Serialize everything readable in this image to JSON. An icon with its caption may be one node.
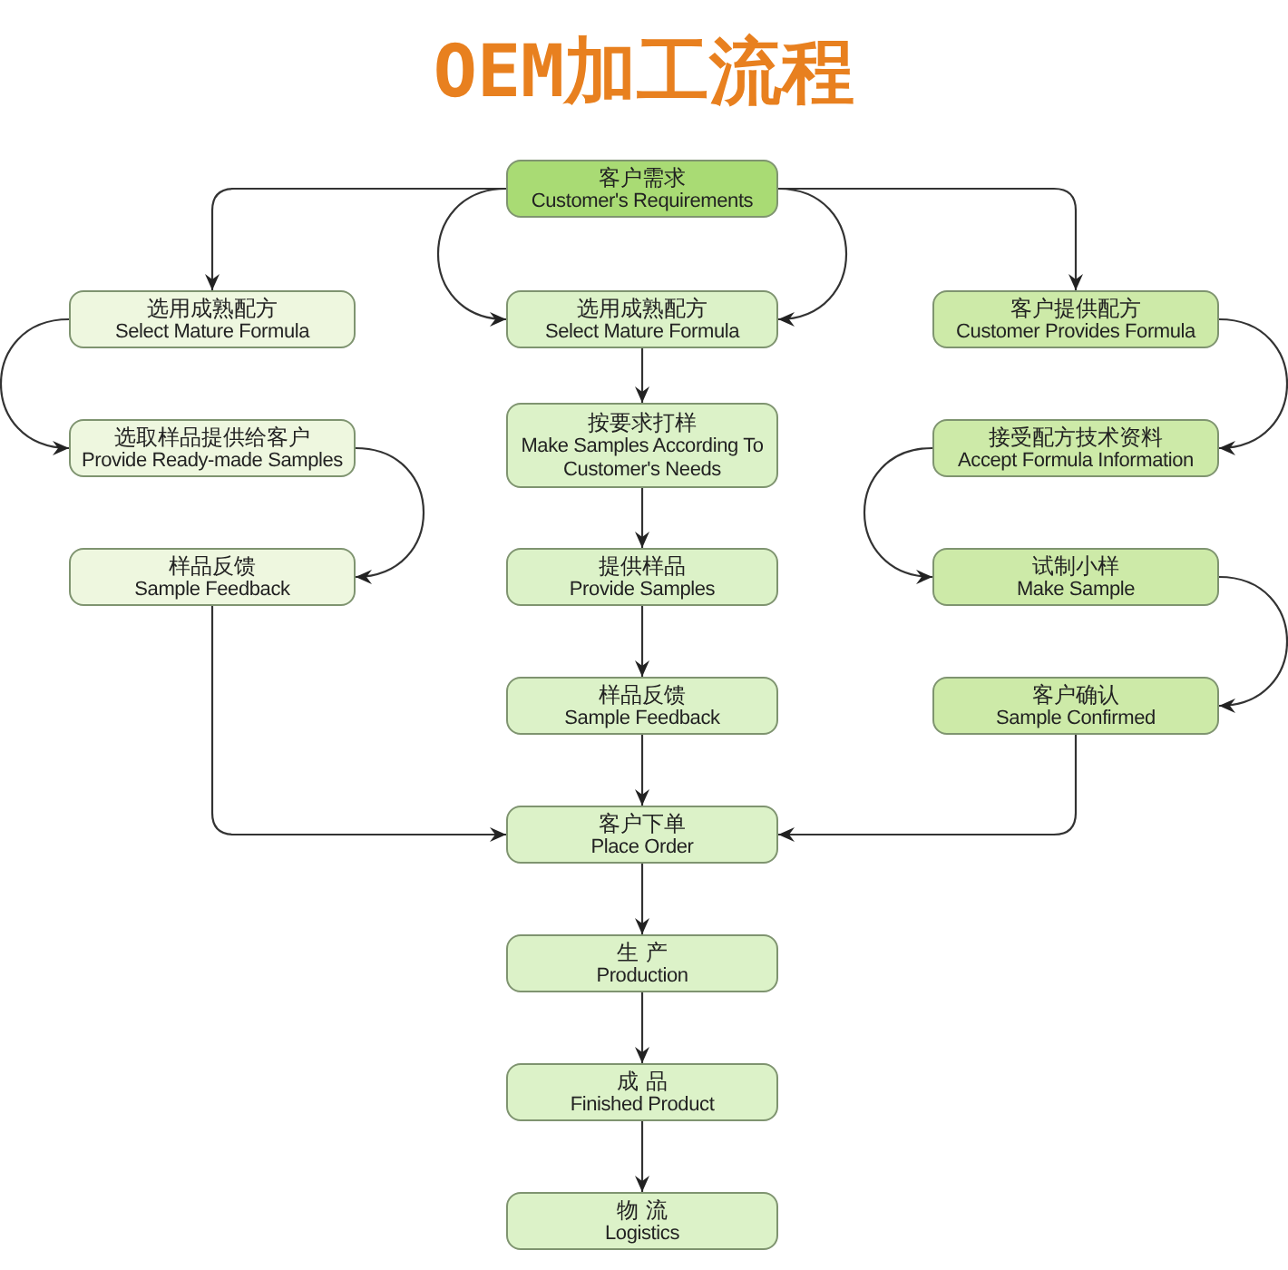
{
  "diagram": {
    "title": "OEM加工流程",
    "nodes": [
      {
        "text": [
          "客户需求",
          "Customer's Requirements"
        ]
      },
      {
        "text": [
          "选用成熟配方",
          "Select Mature Formula"
        ]
      },
      {
        "text": [
          "选用成熟配方",
          "Select Mature Formula"
        ]
      },
      {
        "text": [
          "客户提供配方",
          "Customer Provides Formula"
        ]
      },
      {
        "text": [
          "选取样品提供给客户",
          "Provide Ready-made Samples"
        ]
      },
      {
        "text": [
          "按要求打样",
          "Make Samples According To Customer's Needs"
        ]
      },
      {
        "text": [
          "接受配方技术资料",
          "Accept Formula Information"
        ]
      },
      {
        "text": [
          "样品反馈",
          "Sample Feedback"
        ]
      },
      {
        "text": [
          "提供样品",
          "Provide Samples"
        ]
      },
      {
        "text": [
          "试制小样",
          "Make Sample"
        ]
      },
      {
        "text": [
          "样品反馈",
          "Sample Feedback"
        ]
      },
      {
        "text": [
          "客户确认",
          "Sample Confirmed"
        ]
      },
      {
        "text": [
          "客户下单",
          "Place Order"
        ]
      },
      {
        "text": [
          "生 产",
          "Production"
        ]
      },
      {
        "text": [
          "成 品",
          "Finished Product"
        ]
      },
      {
        "text": [
          "物 流",
          "Logistics"
        ]
      }
    ],
    "edges": [
      {
        "from": 0,
        "to": 1,
        "arrow": "to"
      },
      {
        "from": 0,
        "to": 2,
        "arrow": "to"
      },
      {
        "from": 0,
        "to": 2,
        "arrow": "to"
      },
      {
        "from": 0,
        "to": 3,
        "arrow": "to"
      },
      {
        "from": 1,
        "to": 4,
        "arrow": "to"
      },
      {
        "from": 2,
        "to": 5,
        "arrow": "to"
      },
      {
        "from": 3,
        "to": 6,
        "arrow": "to"
      },
      {
        "from": 4,
        "to": 7,
        "arrow": "to"
      },
      {
        "from": 5,
        "to": 8,
        "arrow": "to"
      },
      {
        "from": 6,
        "to": 9,
        "arrow": "to"
      },
      {
        "from": 8,
        "to": 10,
        "arrow": "to"
      },
      {
        "from": 9,
        "to": 11,
        "arrow": "to"
      },
      {
        "from": 7,
        "to": 12,
        "arrow": "to"
      },
      {
        "from": 10,
        "to": 12,
        "arrow": "to"
      },
      {
        "from": 11,
        "to": 12,
        "arrow": "to"
      },
      {
        "from": 12,
        "to": 13,
        "arrow": "to"
      },
      {
        "from": 13,
        "to": 14,
        "arrow": "to"
      },
      {
        "from": 14,
        "to": 15,
        "arrow": "to"
      }
    ]
  }
}
